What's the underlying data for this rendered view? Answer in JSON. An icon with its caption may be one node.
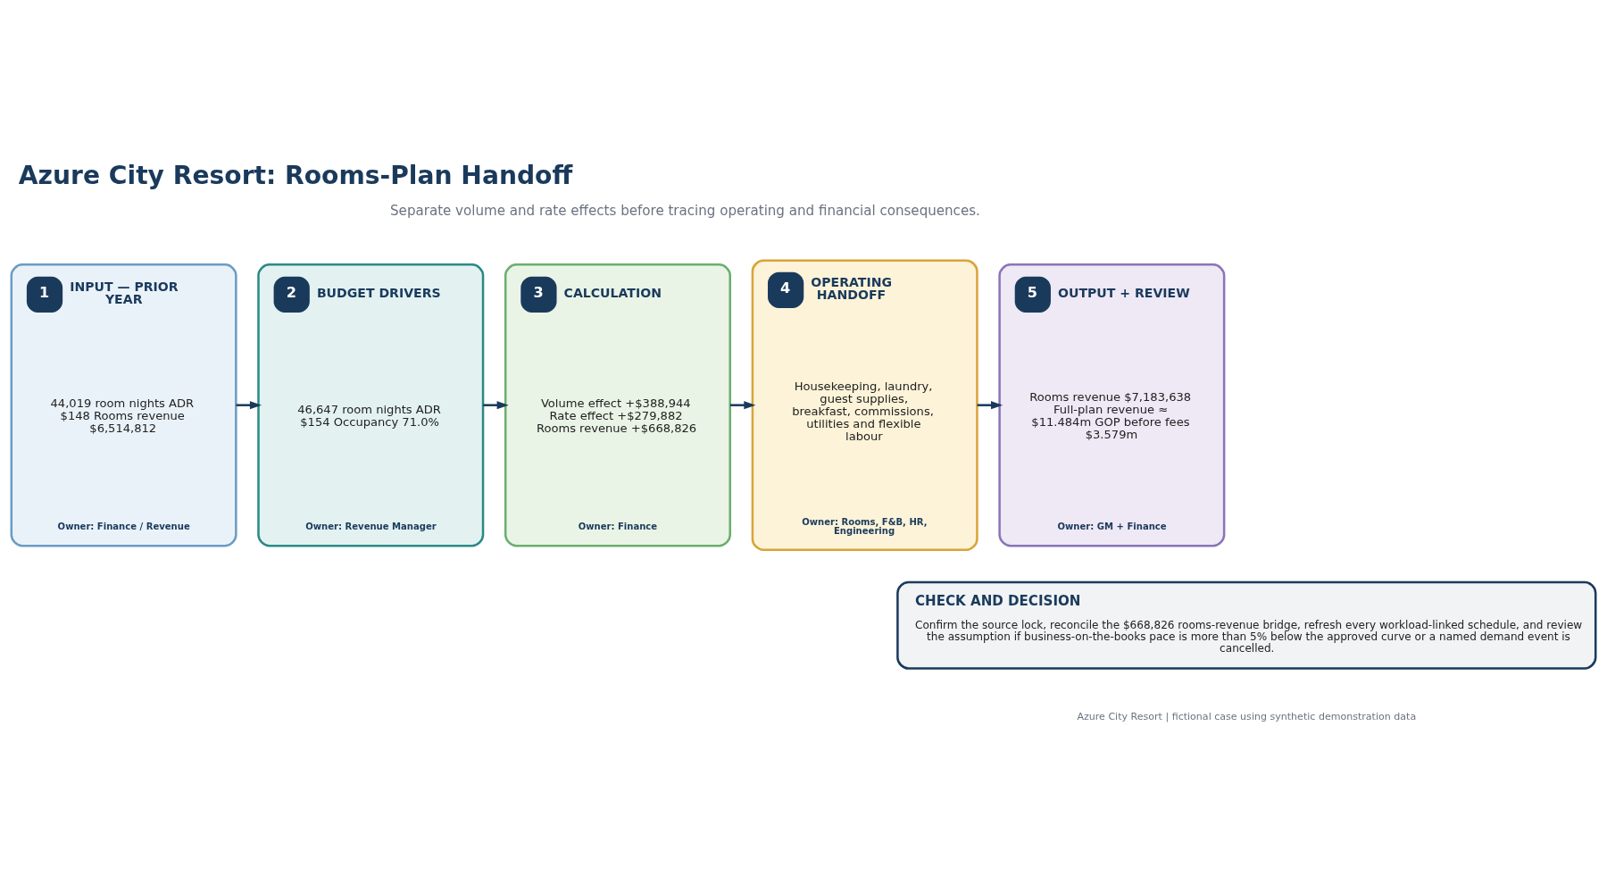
{
  "diagram": {
    "title": "Azure City Resort: Rooms-Plan Handoff",
    "nodes": [
      {
        "text": [
          "1",
          "INPUT — PRIOR YEAR",
          "44,019 room nights ADR $148 Rooms revenue $6,514,812",
          "Owner: Finance / Revenue"
        ]
      },
      {
        "text": [
          "2",
          "BUDGET DRIVERS",
          "46,647 room nights ADR $154 Occupancy 71.0%",
          "Owner: Revenue Manager"
        ]
      },
      {
        "text": [
          "3",
          "CALCULATION",
          "Volume effect +$388,944 Rate effect +$279,882 Rooms revenue +$668,826",
          "Owner: Finance"
        ]
      },
      {
        "text": [
          "4",
          "OPERATING HANDOFF",
          "Housekeeping, laundry, guest supplies, breakfast, commissions, utilities and flexible labour",
          "Owner: Rooms, F&B, HR, Engineering"
        ]
      },
      {
        "text": [
          "5",
          "OUTPUT + REVIEW",
          "Rooms revenue $7,183,638 Full-plan revenue ≈ $11.484m GOP before fees $3.579m",
          "Owner: GM + Finance"
        ]
      },
      {
        "text": [
          "CHECK AND DECISION",
          "Confirm the source lock, reconcile the $668,826 rooms-revenue bridge, refresh every workload-linked schedule, and review the assumption if business-on-the-books pace is more than 5% below the approved curve or a named demand event is cancelled."
        ]
      }
    ],
    "edges": [
      {
        "from": 0,
        "to": 1,
        "arrow": "to"
      },
      {
        "from": 1,
        "to": 2,
        "arrow": "to"
      },
      {
        "from": 2,
        "to": 3,
        "arrow": "to"
      },
      {
        "from": 3,
        "to": 4,
        "arrow": "to"
      }
    ],
    "labels": [
      "Separate volume and rate effects before tracing operating and financial consequences.",
      "Azure City Resort | fictional case using synthetic demonstration data"
    ]
  }
}
